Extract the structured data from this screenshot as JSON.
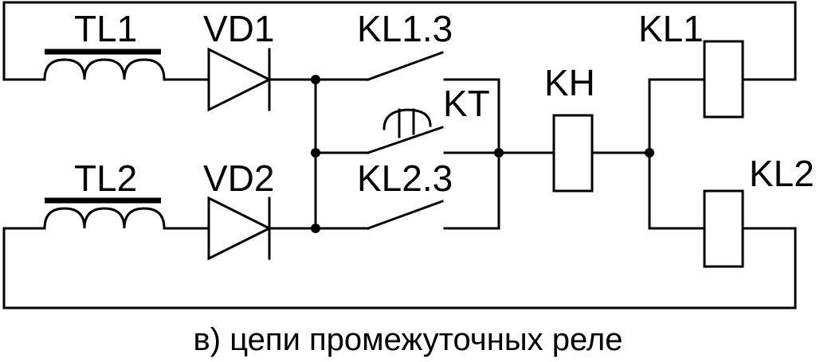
{
  "labels": {
    "tl1": "TL1",
    "tl2": "TL2",
    "vd1": "VD1",
    "vd2": "VD2",
    "kl13": "KL1.3",
    "kl23": "KL2.3",
    "kt": "KT",
    "kh": "KH",
    "kl1": "KL1",
    "kl2": "KL2"
  },
  "caption": "в) цепи промежуточных реле"
}
